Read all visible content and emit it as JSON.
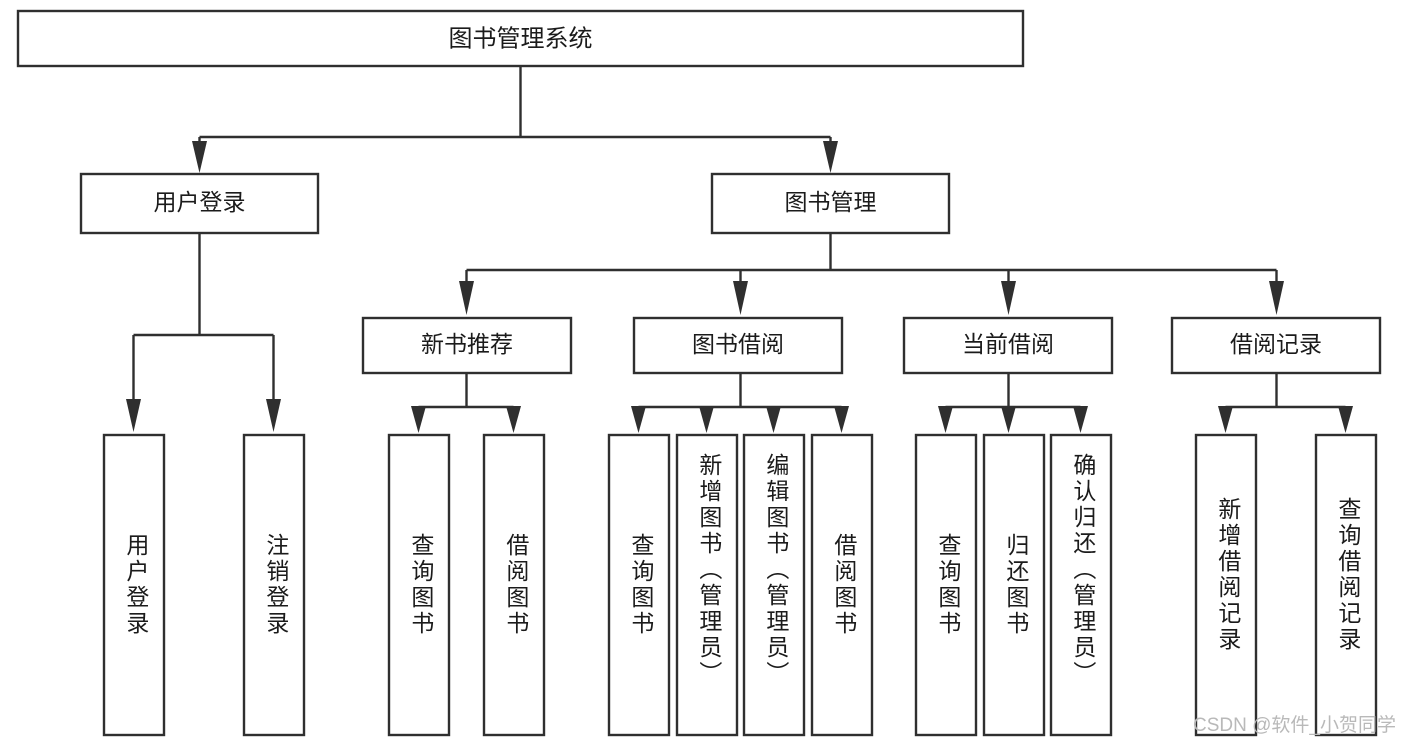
{
  "diagram": {
    "type": "tree-hierarchy-chart",
    "title": "图书管理系统",
    "orientation": "top-down",
    "colors": {
      "stroke": "#2f2f2f",
      "node_fill": "#ffffff",
      "text": "#1b1b1b",
      "background": "#ffffff",
      "watermark": "#b9b9b9"
    },
    "nodes": {
      "root": {
        "label": "图书管理系统",
        "level": 0,
        "orientation": "horizontal"
      },
      "user_login": {
        "label": "用户登录",
        "level": 1,
        "orientation": "horizontal"
      },
      "book_manage": {
        "label": "图书管理",
        "level": 1,
        "orientation": "horizontal"
      },
      "new_book_recommend": {
        "label": "新书推荐",
        "level": 2,
        "orientation": "horizontal"
      },
      "book_borrow": {
        "label": "图书借阅",
        "level": 2,
        "orientation": "horizontal"
      },
      "current_borrow": {
        "label": "当前借阅",
        "level": 2,
        "orientation": "horizontal"
      },
      "borrow_record": {
        "label": "借阅记录",
        "level": 2,
        "orientation": "horizontal"
      },
      "leaf_user_login": {
        "label": "用户登录",
        "level": 2,
        "orientation": "vertical"
      },
      "leaf_logout": {
        "label": "注销登录",
        "level": 2,
        "orientation": "vertical"
      },
      "leaf_query_book_1": {
        "label": "查询图书",
        "level": 3,
        "orientation": "vertical"
      },
      "leaf_borrow_book_1": {
        "label": "借阅图书",
        "level": 3,
        "orientation": "vertical"
      },
      "leaf_query_book_2": {
        "label": "查询图书",
        "level": 3,
        "orientation": "vertical"
      },
      "leaf_add_book": {
        "label": "新增图书（管理员）",
        "level": 3,
        "orientation": "vertical"
      },
      "leaf_edit_book": {
        "label": "编辑图书（管理员）",
        "level": 3,
        "orientation": "vertical"
      },
      "leaf_borrow_book_2": {
        "label": "借阅图书",
        "level": 3,
        "orientation": "vertical"
      },
      "leaf_query_book_3": {
        "label": "查询图书",
        "level": 3,
        "orientation": "vertical"
      },
      "leaf_return_book": {
        "label": "归还图书",
        "level": 3,
        "orientation": "vertical"
      },
      "leaf_confirm_return": {
        "label": "确认归还（管理员）",
        "level": 3,
        "orientation": "vertical"
      },
      "leaf_add_record": {
        "label": "新增借阅记录",
        "level": 3,
        "orientation": "vertical"
      },
      "leaf_query_record": {
        "label": "查询借阅记录",
        "level": 3,
        "orientation": "vertical"
      }
    },
    "edges": [
      {
        "from": "root",
        "to": "user_login"
      },
      {
        "from": "root",
        "to": "book_manage"
      },
      {
        "from": "user_login",
        "to": "leaf_user_login"
      },
      {
        "from": "user_login",
        "to": "leaf_logout"
      },
      {
        "from": "book_manage",
        "to": "new_book_recommend"
      },
      {
        "from": "book_manage",
        "to": "book_borrow"
      },
      {
        "from": "book_manage",
        "to": "current_borrow"
      },
      {
        "from": "book_manage",
        "to": "borrow_record"
      },
      {
        "from": "new_book_recommend",
        "to": "leaf_query_book_1"
      },
      {
        "from": "new_book_recommend",
        "to": "leaf_borrow_book_1"
      },
      {
        "from": "book_borrow",
        "to": "leaf_query_book_2"
      },
      {
        "from": "book_borrow",
        "to": "leaf_add_book"
      },
      {
        "from": "book_borrow",
        "to": "leaf_edit_book"
      },
      {
        "from": "book_borrow",
        "to": "leaf_borrow_book_2"
      },
      {
        "from": "current_borrow",
        "to": "leaf_query_book_3"
      },
      {
        "from": "current_borrow",
        "to": "leaf_return_book"
      },
      {
        "from": "current_borrow",
        "to": "leaf_confirm_return"
      },
      {
        "from": "borrow_record",
        "to": "leaf_add_record"
      },
      {
        "from": "borrow_record",
        "to": "leaf_query_record"
      }
    ]
  },
  "watermark": {
    "text": "CSDN @软件_小贺同学"
  }
}
